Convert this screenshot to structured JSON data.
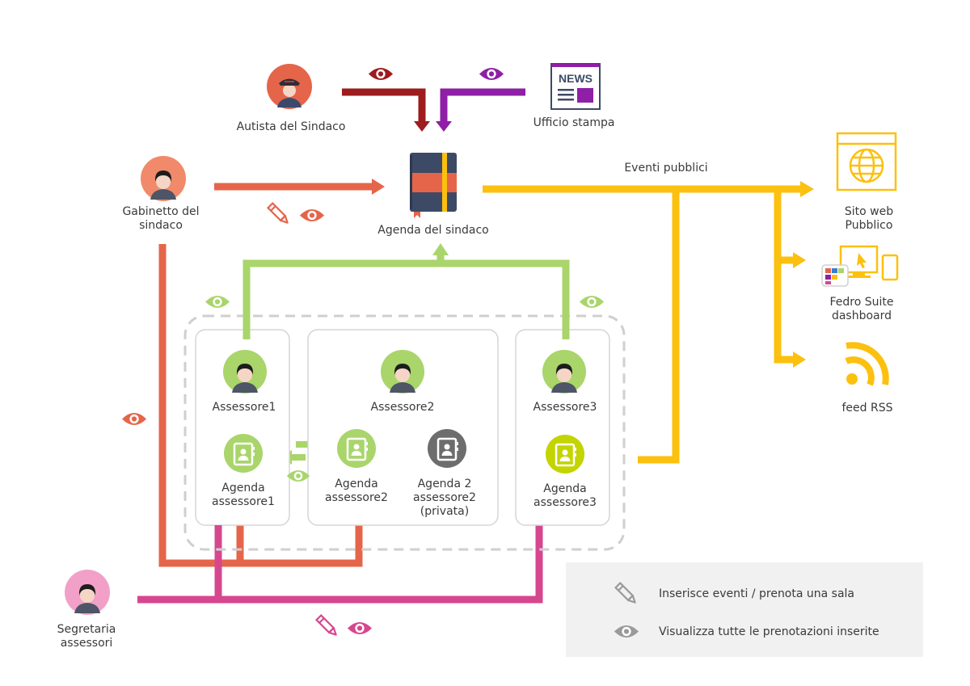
{
  "actors": {
    "autista": "Autista del Sindaco",
    "ufficio": "Ufficio stampa",
    "gabinetto": "Gabinetto del\nsindaco",
    "agenda_sindaco": "Agenda del sindaco",
    "segretaria": "Segretaria\nassessori",
    "news": "NEWS"
  },
  "edges": {
    "eventi_pubblici": "Eventi pubblici"
  },
  "outputs": {
    "sito_web": "Sito web\nPubblico",
    "fedro": "Fedro Suite\ndashboard",
    "rss": "feed RSS"
  },
  "assessori": {
    "a1": "Assessore1",
    "a2": "Assessore2",
    "a3": "Assessore3",
    "ag1": "Agenda\nassessore1",
    "ag2": "Agenda\nassessore2",
    "ag2p": "Agenda 2\nassessore2\n(privata)",
    "ag3": "Agenda\nassessore3"
  },
  "legend": {
    "insert": "Inserisce eventi / prenota una sala",
    "view": "Visualizza tutte le prenotazioni inserite"
  },
  "colors": {
    "orange": "#e5654a",
    "darkred": "#9e1b1e",
    "purple": "#8e1fa6",
    "yellow": "#fcc00f",
    "green": "#a9d56b",
    "pink": "#d6478f",
    "grey": "#c8c8c8"
  }
}
